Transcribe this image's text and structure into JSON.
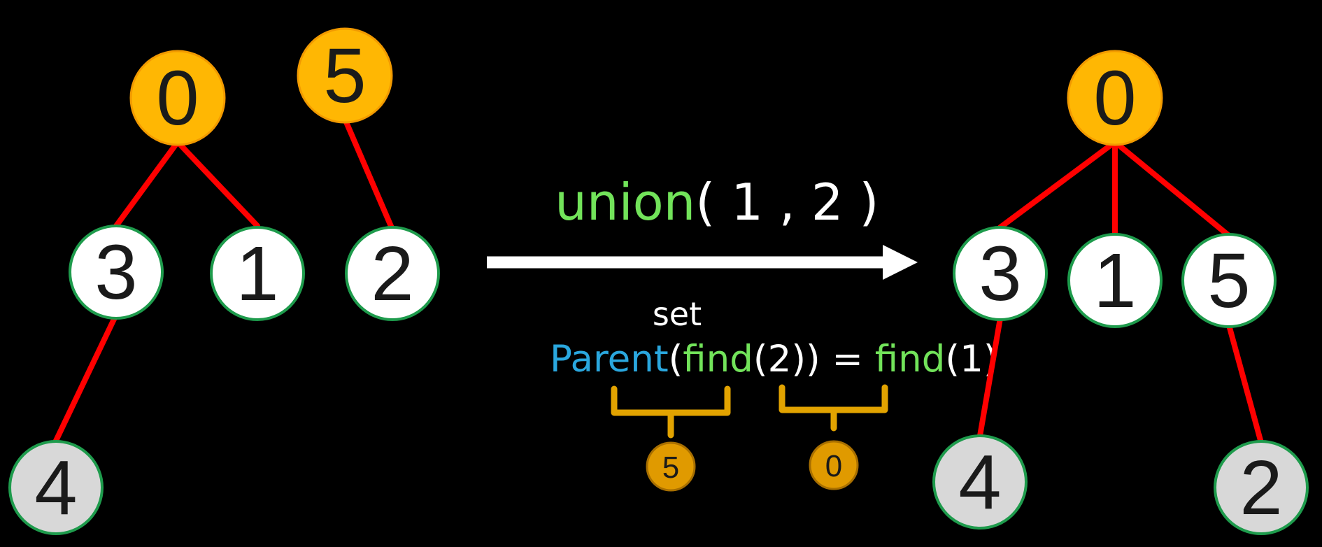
{
  "colors": {
    "background": "#000000",
    "edge": "#ff0000",
    "root_fill": "#ffb703",
    "root_stroke": "#f29a00",
    "node_fill": "#ffffff",
    "leaf_fill": "#d8d8d8",
    "node_stroke": "#1e9b4c",
    "keyword_green": "#72e35a",
    "keyword_blue": "#2aa7de",
    "text_white": "#ffffff",
    "brace": "#e2a300"
  },
  "left_tree": {
    "nodes": {
      "n0": "0",
      "n5": "5",
      "n3": "3",
      "n1": "1",
      "n2": "2",
      "n4": "4"
    }
  },
  "right_tree": {
    "nodes": {
      "n0": "0",
      "n3": "3",
      "n1": "1",
      "n5": "5",
      "n4": "4",
      "n2": "2"
    }
  },
  "operation": {
    "fn": "union",
    "args": "( 1 , 2 )"
  },
  "formula": {
    "set_word": "set",
    "parent_word": "Parent",
    "open_paren": "(",
    "find1_word": "find",
    "find1_args": "(2))",
    "equals": " = ",
    "find2_word": "find",
    "find2_args": "(1)"
  },
  "results": {
    "left_value": "5",
    "right_value": "0"
  }
}
